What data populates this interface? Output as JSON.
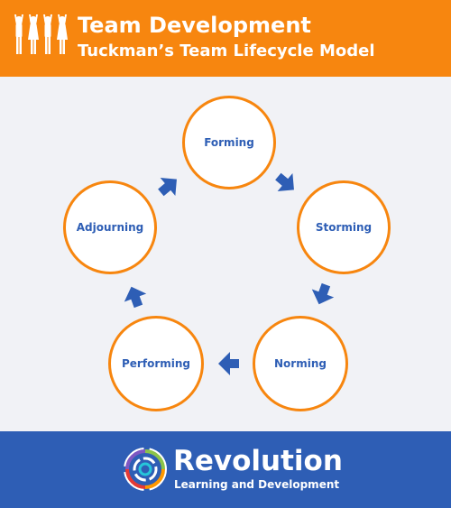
{
  "header": {
    "title": "Team Development",
    "subtitle": "Tuckman’s Team Lifecycle Model",
    "icon": "team-people-icon"
  },
  "diagram": {
    "stages": [
      {
        "key": "forming",
        "label": "Forming"
      },
      {
        "key": "storming",
        "label": "Storming"
      },
      {
        "key": "norming",
        "label": "Norming"
      },
      {
        "key": "performing",
        "label": "Performing"
      },
      {
        "key": "adjourning",
        "label": "Adjourning"
      }
    ],
    "arrow_icon": "arrow-icon"
  },
  "footer": {
    "brand": "Revolution",
    "tagline": "Learning and Development",
    "logo": "revolution-swirl-logo"
  },
  "colors": {
    "orange": "#f7860f",
    "blue": "#2e5eb5",
    "background": "#f1f2f6",
    "white": "#ffffff"
  }
}
